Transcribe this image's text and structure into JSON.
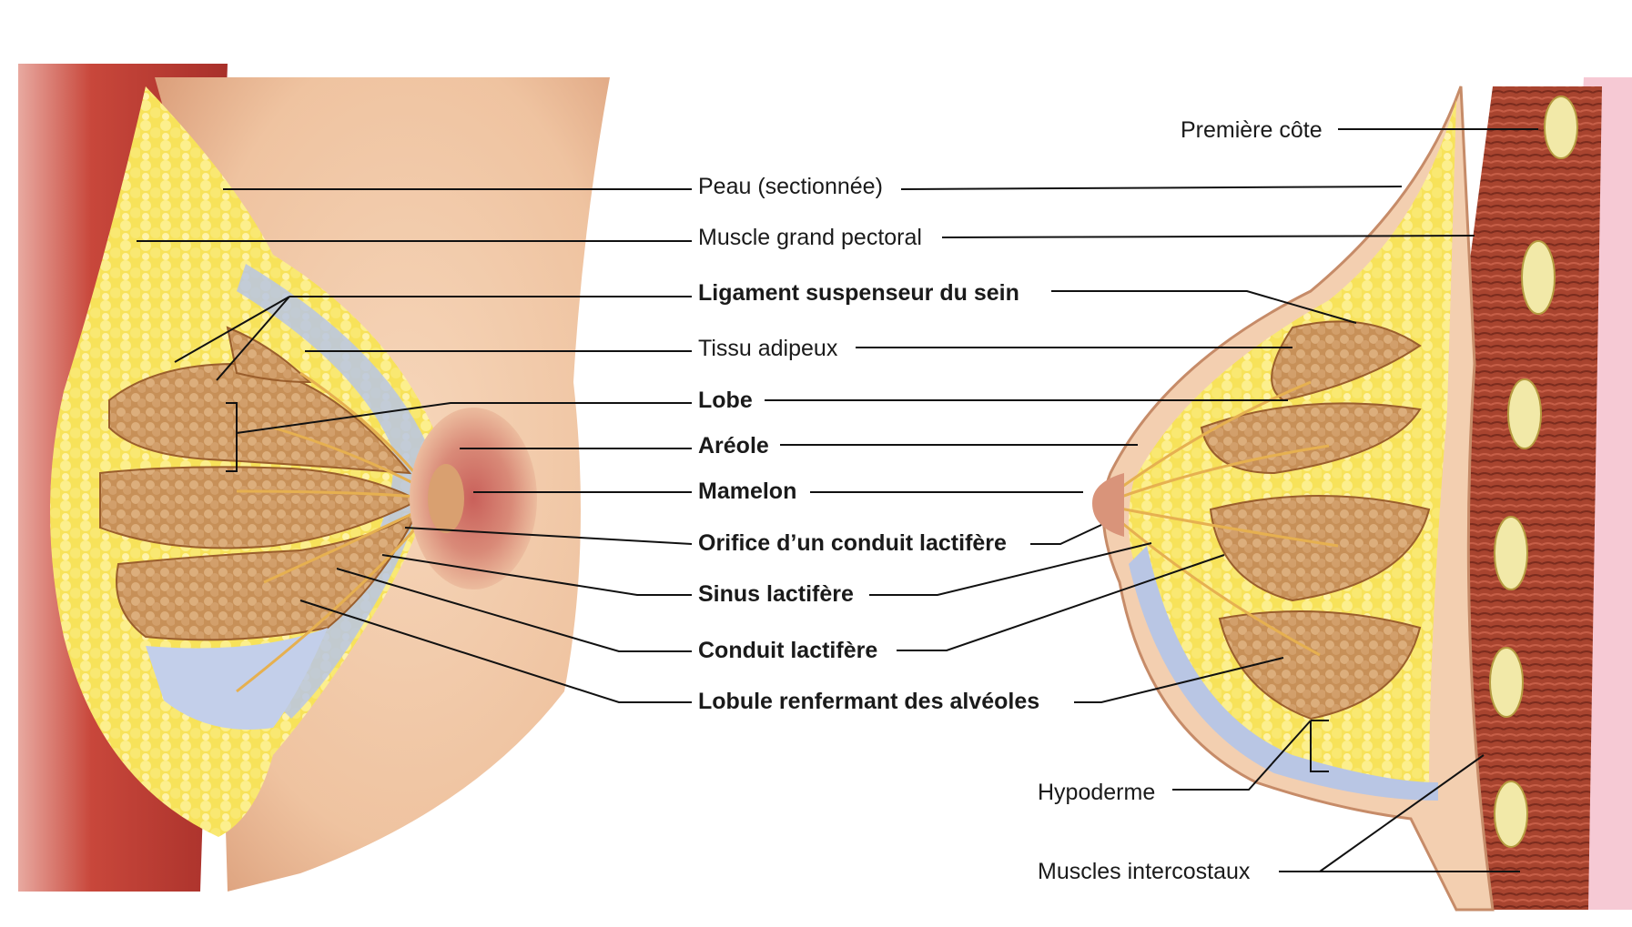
{
  "labels": {
    "premiere_cote": "Première côte",
    "peau": "Peau (sectionnée)",
    "muscle_pectoral": "Muscle grand pectoral",
    "ligament": "Ligament suspenseur du sein",
    "tissu_adipeux": "Tissu adipeux",
    "lobe": "Lobe",
    "areole": "Aréole",
    "mamelon": "Mamelon",
    "orifice": "Orifice d’un conduit lactifère",
    "sinus": "Sinus lactifère",
    "conduit": "Conduit lactifère",
    "lobule": "Lobule renfermant des alvéoles",
    "hypoderme": "Hypoderme",
    "intercostaux": "Muscles intercostaux"
  },
  "colors": {
    "skin": "#f0c7a6",
    "skin_shadow": "#d89c78",
    "muscle": "#c8473b",
    "fat": "#f5dd4a",
    "fat_light": "#fbee9a",
    "gland": "#c9915a",
    "gland_dark": "#9a5e2c",
    "fascia": "#b9c6e4",
    "ribs": "#f2e9a8",
    "chest_wall": "#f6c9d4"
  }
}
